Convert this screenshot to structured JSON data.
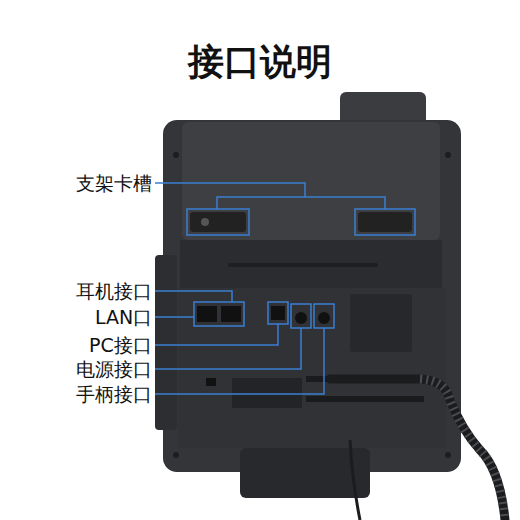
{
  "diagram": {
    "title": "接口说明",
    "labels": [
      "支架卡槽",
      "耳机接口",
      "LAN口",
      "PC接口",
      "电源接口",
      "手柄接口"
    ]
  }
}
